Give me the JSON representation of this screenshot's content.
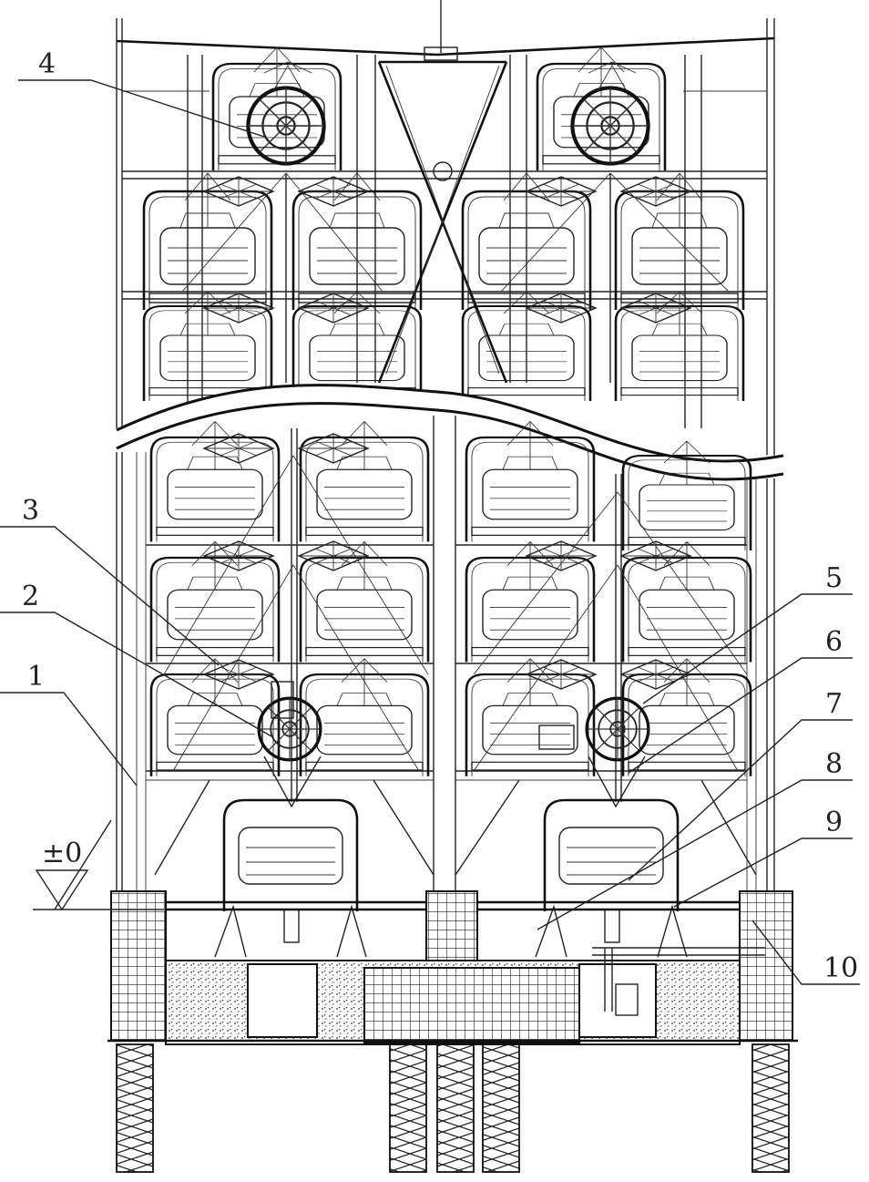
{
  "labels": {
    "l1": "1",
    "l2": "2",
    "l3": "3",
    "l4": "4",
    "l5": "5",
    "l6": "6",
    "l7": "7",
    "l8": "8",
    "l9": "9",
    "l10": "10",
    "ground_level": "±0"
  },
  "colors": {
    "ink": "#222222",
    "background": "#ffffff"
  }
}
